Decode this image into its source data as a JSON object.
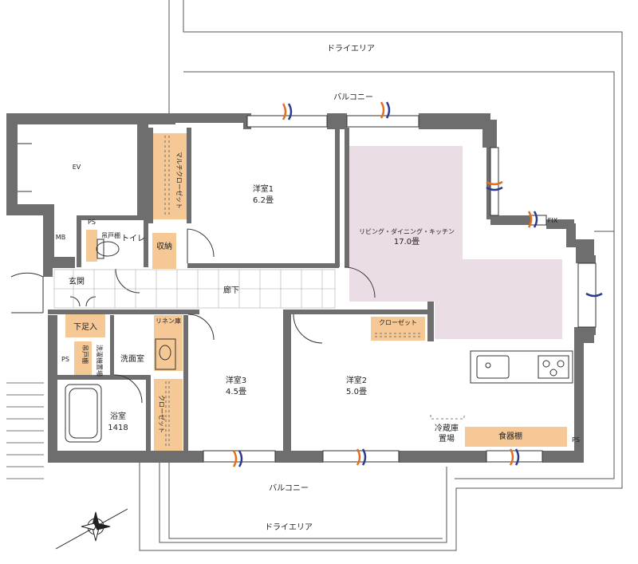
{
  "labels": {
    "dry_area_top": "ドライエリア",
    "balcony_top": "バルコニー",
    "ev": "EV",
    "multi_closet": "マルチクローゼット",
    "western1": "洋室1",
    "western1_size": "6.2畳",
    "ldk": "リビング・ダイニング・キッチン",
    "ldk_size": "17.0畳",
    "fix": "FIX",
    "ps_top": "PS",
    "hanging_shelf": "吊戸棚",
    "toilet": "トイレ",
    "mb": "MB",
    "storage": "収納",
    "entrance": "玄関",
    "corridor": "廊下",
    "shoe_box": "下足入",
    "linen": "リネン庫",
    "closet_r2": "クローゼット",
    "ps_left": "PS",
    "hanging_shelf2": "吊戸棚",
    "washer": "洗濯機置場",
    "washroom": "洗面室",
    "western3": "洋室3",
    "western3_size": "4.5畳",
    "western2": "洋室2",
    "western2_size": "5.0畳",
    "bath": "浴室",
    "bath_size": "1418",
    "closet_r3": "クローゼット",
    "fridge1": "冷蔵庫",
    "fridge2": "置場",
    "cupboard": "食器棚",
    "ps_right": "PS",
    "balcony_bottom": "バルコニー",
    "dry_area_bottom": "ドライエリア"
  },
  "colors": {
    "wall": "#6e6e6e",
    "ldk_fill": "#eadde6",
    "storage_fill": "#f5c896",
    "line": "#333333",
    "air_in": "#2b3a8c",
    "air_out": "#e0701e"
  }
}
